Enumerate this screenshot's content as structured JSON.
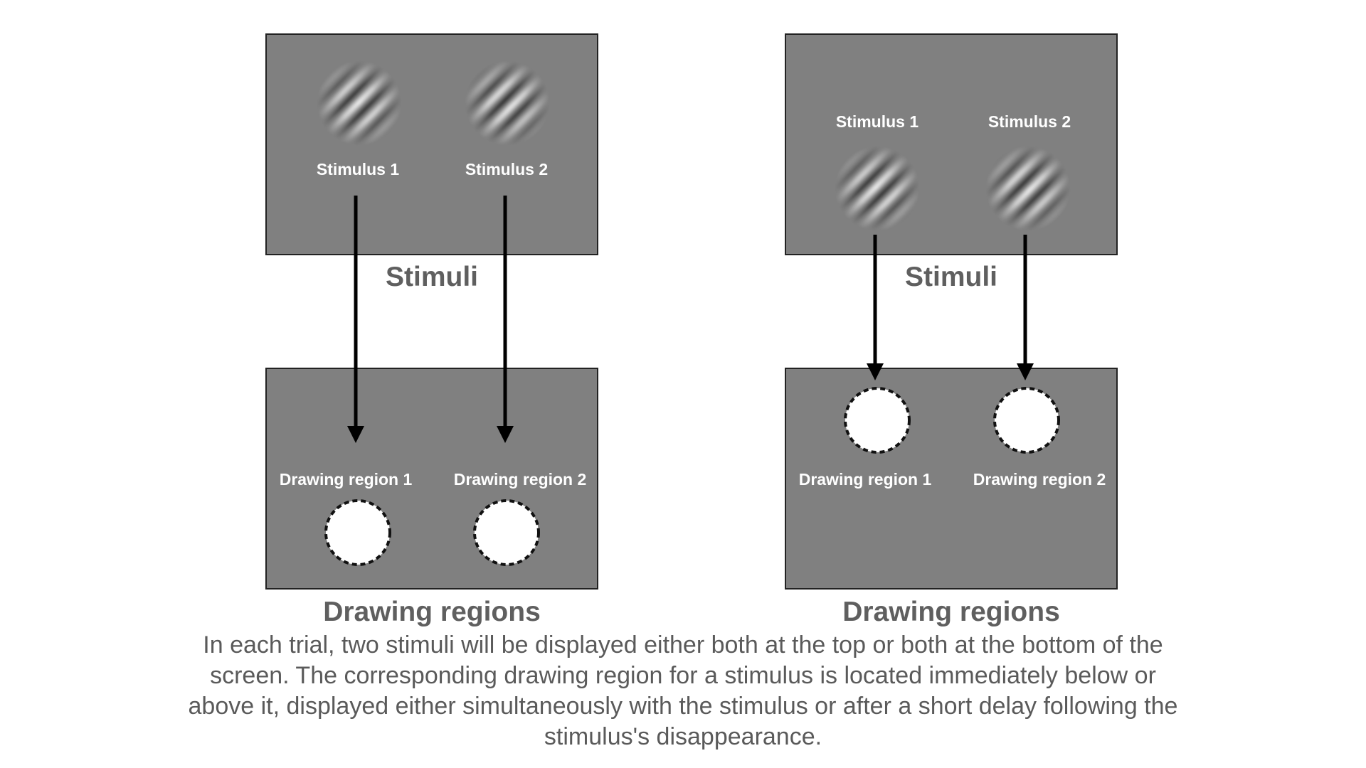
{
  "panels": [
    {
      "stimuli_title": "Stimuli",
      "drawing_title": "Drawing regions",
      "stimulus_1_label": "Stimulus 1",
      "stimulus_2_label": "Stimulus 2",
      "region_1_label": "Drawing region 1",
      "region_2_label": "Drawing region 2"
    },
    {
      "stimuli_title": "Stimuli",
      "drawing_title": "Drawing regions",
      "stimulus_1_label": "Stimulus 1",
      "stimulus_2_label": "Stimulus 2",
      "region_1_label": "Drawing region 1",
      "region_2_label": "Drawing region 2"
    }
  ],
  "instruction": "In each trial, two stimuli will be displayed either both at the top or both at the bottom of the screen. The corresponding drawing region for a stimulus is located immediately below or above it, displayed either simultaneously with the stimulus or after a short delay following the stimulus's disappearance.",
  "colors": {
    "screen_background": "#808080",
    "label_text": "#ffffff",
    "caption_text": "#5f5f5f",
    "arrow": "#000000",
    "drawing_region_fill": "#ffffff"
  }
}
